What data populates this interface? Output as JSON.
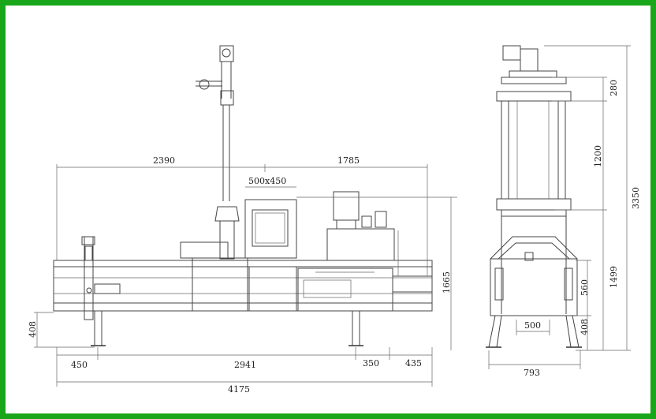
{
  "frame_color": "#1aa61a",
  "dimensions": {
    "top_left_length": "2390",
    "top_right_length": "1785",
    "chute_opening": "500x450",
    "overall_height_side": "1665",
    "leg_height_left": "408",
    "left_offset": "450",
    "base_span": "2941",
    "right_offset_a": "350",
    "right_offset_b": "435",
    "overall_length": "4175",
    "cylinder_head": "280",
    "cylinder_stroke": "1200",
    "total_height": "3350",
    "body_height": "1499",
    "door_height": "560",
    "leg_height_right": "408",
    "door_width": "500",
    "overall_width": "793"
  }
}
